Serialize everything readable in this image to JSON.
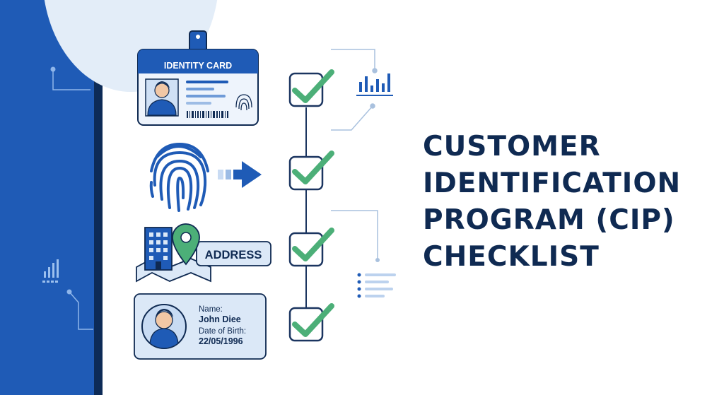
{
  "title": {
    "line1": "CUSTOMER",
    "line2": "IDENTIFICATION",
    "line3": "PROGRAM (CIP)",
    "line4": "CHECKLIST"
  },
  "id_card": {
    "header": "IDENTITY CARD"
  },
  "address": {
    "label": "ADDRESS"
  },
  "profile": {
    "name_label": "Name:",
    "name_value": "John Diee",
    "dob_label": "Date of Birth:",
    "dob_value": "22/05/1996"
  },
  "checklist": {
    "count": 4,
    "all_checked": true
  },
  "colors": {
    "primary_blue": "#1f5bb6",
    "navy": "#0f2a52",
    "check_green": "#4caf78",
    "light_blue": "#dbe8f7"
  },
  "icons": [
    "id-card-icon",
    "fingerprint-icon",
    "arrow-right-icon",
    "building-icon",
    "map-pin-icon",
    "map-icon",
    "avatar-icon",
    "bar-chart-icon",
    "checkbox-icon",
    "checkmark-icon"
  ]
}
